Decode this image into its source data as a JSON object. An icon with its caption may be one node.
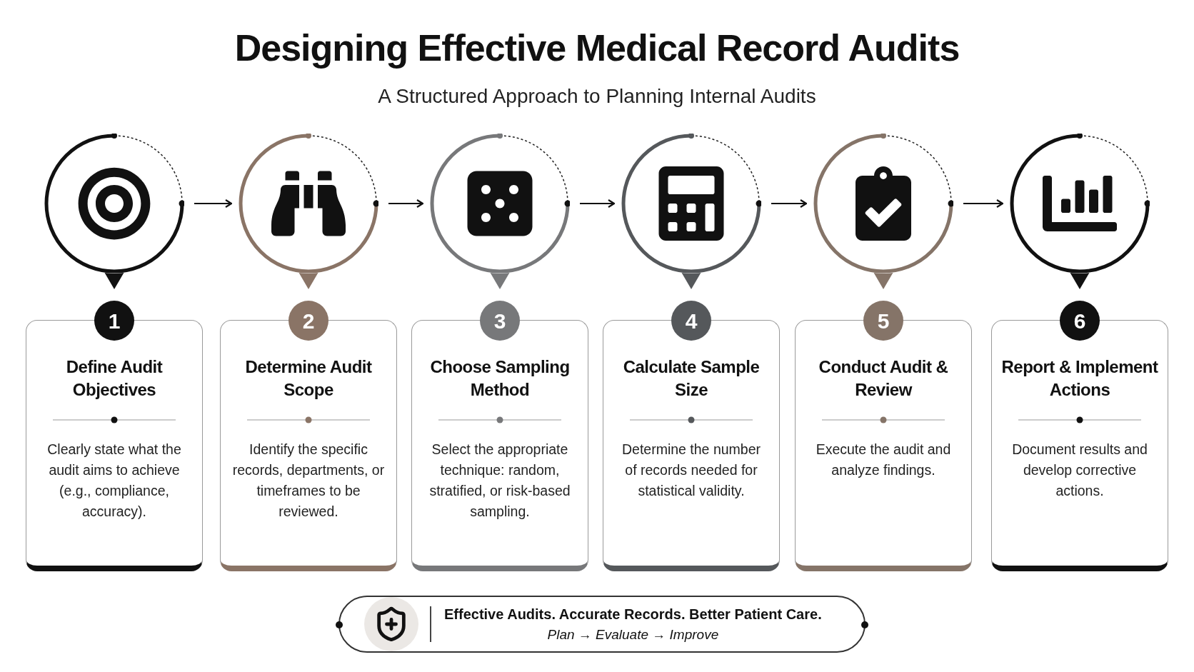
{
  "diagram": {
    "title": "Designing Effective Medical Record Audits",
    "caption": "A Structured Approach to Planning Internal Audits",
    "nodes": [
      {
        "text": [],
        "shape": "circle"
      },
      {
        "text": [],
        "shape": "circle"
      },
      {
        "text": [],
        "shape": "circle"
      },
      {
        "text": [],
        "shape": "circle"
      },
      {
        "text": [],
        "shape": "circle"
      },
      {
        "text": [],
        "shape": "circle"
      },
      {
        "text": [
          "1",
          "Define Audit Objectives",
          "Clearly state what the audit aims to achieve (e.g., compliance, accuracy)."
        ]
      },
      {
        "text": [
          "2",
          "Determine Audit Scope",
          "Identify the specific records, departments, or timeframes to be reviewed."
        ]
      },
      {
        "text": [
          "3",
          "Choose Sampling Method",
          "Select the appropriate technique: random, stratified, or risk-based sampling."
        ]
      },
      {
        "text": [
          "4",
          "Calculate Sample Size",
          "Determine the number of records needed for statistical validity."
        ]
      },
      {
        "text": [
          "5",
          "Conduct Audit & Review",
          "Execute the audit and analyze findings."
        ]
      },
      {
        "text": [
          "6",
          "Report & Implement Actions",
          "Document results and develop corrective actions."
        ]
      },
      {
        "text": [
          "Effective Audits. Accurate Records. Better Patient Care.",
          "Plan → Evaluate → Improve"
        ]
      }
    ],
    "edges": [
      {
        "from": 0,
        "to": 1,
        "arrow": "to"
      },
      {
        "from": 1,
        "to": 2,
        "arrow": "to"
      },
      {
        "from": 2,
        "to": 3,
        "arrow": "to"
      },
      {
        "from": 3,
        "to": 4,
        "arrow": "to"
      },
      {
        "from": 4,
        "to": 5,
        "arrow": "to"
      }
    ]
  }
}
